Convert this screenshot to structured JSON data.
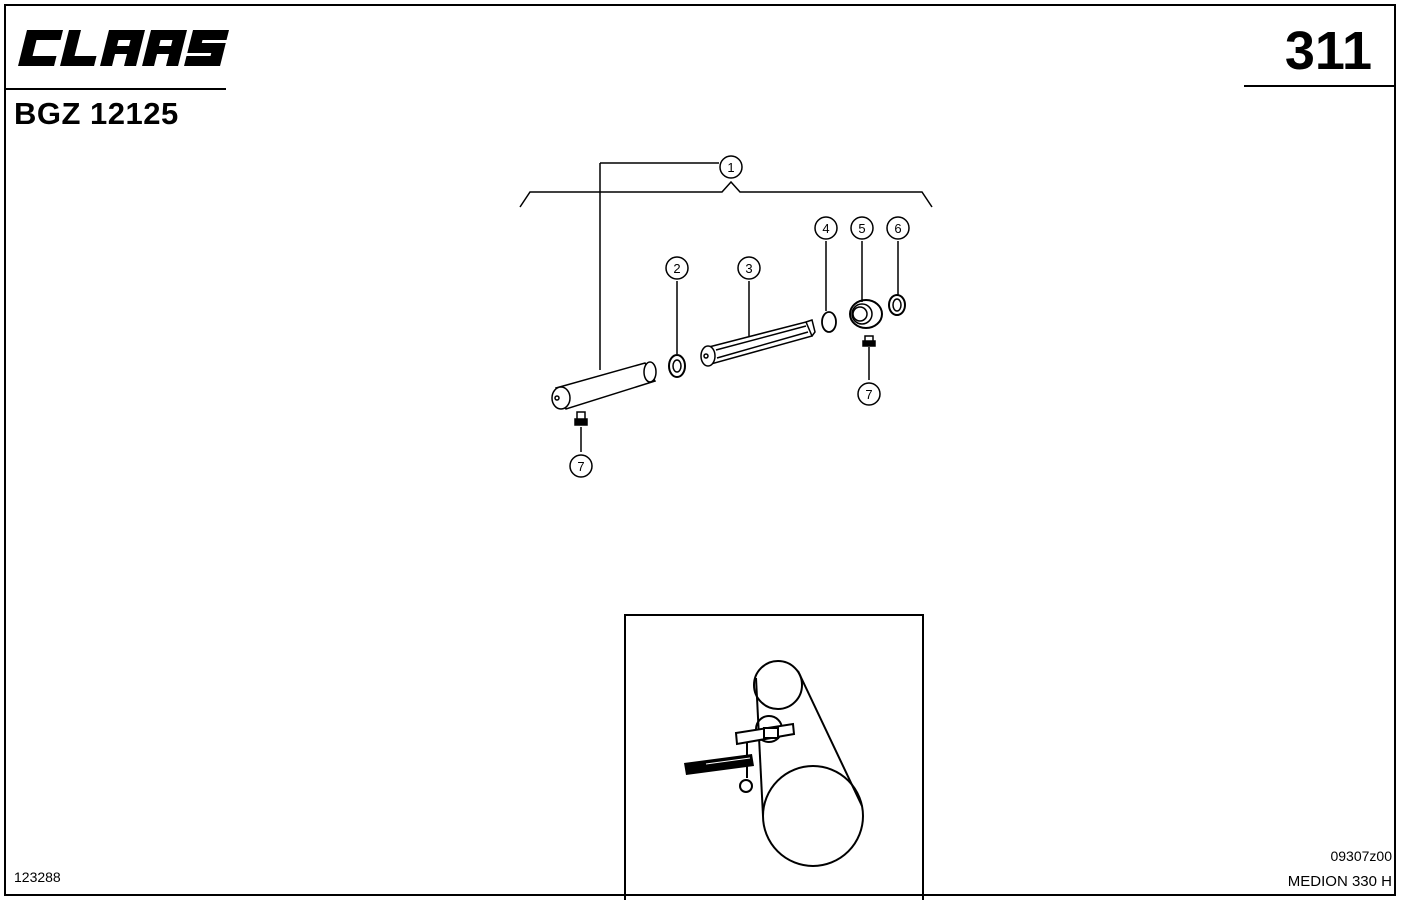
{
  "header": {
    "logo": "CLAAS",
    "doc_id": "BGZ 12125",
    "page_number": "311"
  },
  "diagram": {
    "callouts": [
      "1",
      "2",
      "3",
      "4",
      "5",
      "6",
      "7",
      "7"
    ]
  },
  "footer": {
    "left_code": "123288",
    "drawing_code": "09307z00",
    "model": "MEDION 330 H"
  }
}
